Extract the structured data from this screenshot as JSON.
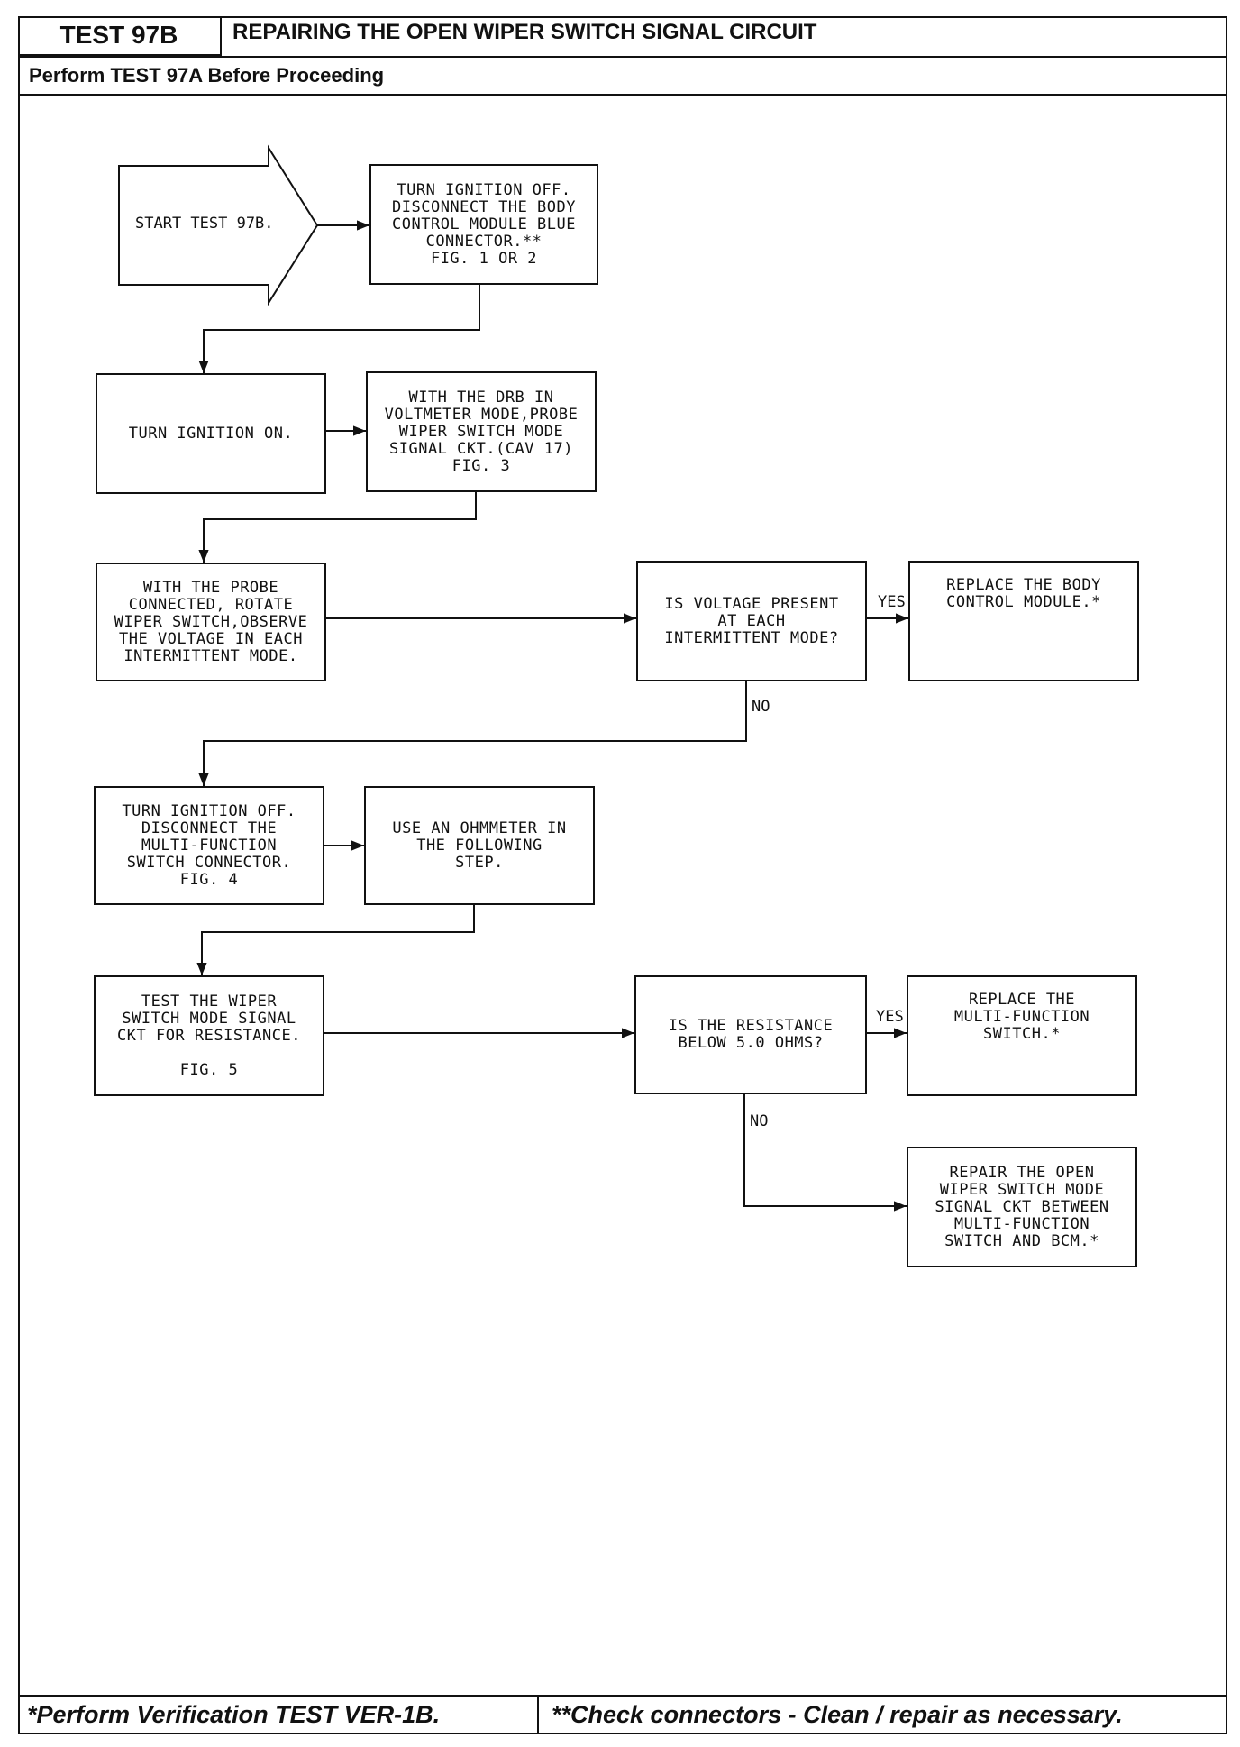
{
  "header": {
    "test_id": "TEST 97B",
    "title": "REPAIRING THE OPEN WIPER SWITCH SIGNAL CIRCUIT",
    "prerequisite": "Perform TEST 97A Before Proceeding"
  },
  "flow": {
    "start": "START TEST 97B.",
    "step1": "TURN IGNITION OFF.\nDISCONNECT THE BODY\nCONTROL MODULE BLUE\nCONNECTOR.**\nFIG. 1 OR 2",
    "step2": "TURN IGNITION ON.",
    "step3": "WITH THE DRB IN\nVOLTMETER MODE,PROBE\nWIPER SWITCH MODE\nSIGNAL CKT.(CAV 17)\nFIG. 3",
    "step4": "WITH THE PROBE\nCONNECTED, ROTATE\nWIPER SWITCH,OBSERVE\nTHE VOLTAGE IN EACH\nINTERMITTENT MODE.",
    "question1": "IS VOLTAGE PRESENT\nAT EACH\nINTERMITTENT MODE?",
    "result1": "REPLACE THE BODY\nCONTROL MODULE.*",
    "step5": "TURN IGNITION OFF.\nDISCONNECT THE\nMULTI-FUNCTION\nSWITCH CONNECTOR.\nFIG. 4",
    "step6": "USE AN OHMMETER IN\nTHE FOLLOWING\nSTEP.",
    "step7": "TEST THE WIPER\nSWITCH MODE SIGNAL\nCKT FOR RESISTANCE.\n\nFIG. 5",
    "question2": "IS THE RESISTANCE\nBELOW 5.0 OHMS?",
    "result2": "REPLACE THE\nMULTI-FUNCTION\nSWITCH.*",
    "result3": "REPAIR THE OPEN\nWIPER SWITCH MODE\nSIGNAL CKT BETWEEN\nMULTI-FUNCTION\nSWITCH AND BCM.*",
    "yes_label": "YES",
    "no_label": "NO"
  },
  "footer": {
    "note1": "*Perform Verification TEST VER-1B.",
    "note2": "**Check connectors - Clean / repair as necessary."
  }
}
